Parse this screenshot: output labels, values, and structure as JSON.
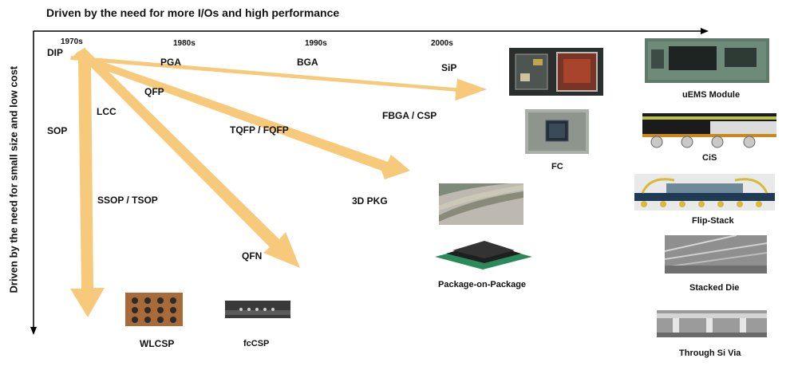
{
  "titles": {
    "horizontal": "Driven by the need for more I/Os and high performance",
    "vertical": "Driven by the need for small size and low cost"
  },
  "decades": [
    "1970s",
    "1980s",
    "1990s",
    "2000s"
  ],
  "packages": {
    "dip": "DIP",
    "pga": "PGA",
    "bga": "BGA",
    "sip": "SiP",
    "qfp": "QFP",
    "lcc": "LCC",
    "sop": "SOP",
    "tqfp": "TQFP / FQFP",
    "fbga": "FBGA / CSP",
    "ssop": "SSOP / TSOP",
    "pkg3d": "3D PKG",
    "qfn": "QFN",
    "wlcsp": "WLCSP",
    "fccsp": "fcCSP",
    "pop": "Package-on-Package",
    "fc": "FC",
    "uems": "uEMS Module",
    "cis": "CiS",
    "flipstack": "Flip-Stack",
    "stacked": "Stacked Die",
    "tsv": "Through Si Via"
  },
  "colors": {
    "arrow": "#f7c97a",
    "axis": "#000000"
  }
}
